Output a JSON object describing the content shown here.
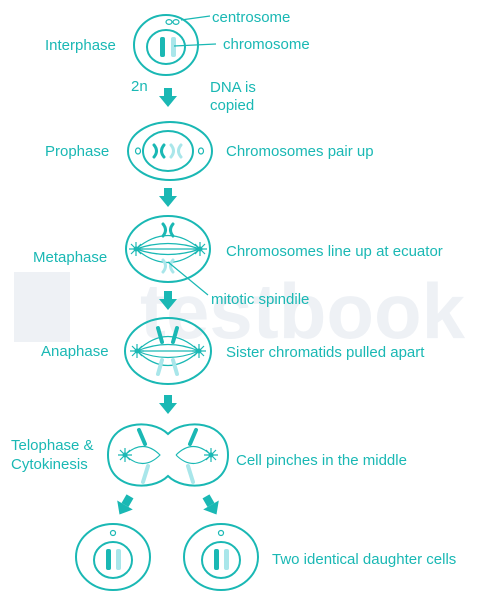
{
  "colors": {
    "teal": "#1ab8b4",
    "light": "#a9e6ea",
    "watermark": "#eef1f5"
  },
  "watermark_text": "testbook",
  "stages": {
    "interphase": "Interphase",
    "prophase": "Prophase",
    "metaphase": "Metaphase",
    "anaphase": "Anaphase",
    "telophase_line1": "Telophase &",
    "telophase_line2": "Cytokinesis"
  },
  "annotations": {
    "centrosome": "centrosome",
    "chromosome": "chromosome",
    "ploidy": "2n",
    "dna_line1": "DNA is",
    "dna_line2": "copied",
    "prophase_desc": "Chromosomes pair up",
    "metaphase_desc": "Chromosomes line up at ecuator",
    "mitotic_spindle": "mitotic spindile",
    "anaphase_desc": "Sister chromatids pulled apart",
    "telophase_desc": "Cell pinches in the middle",
    "daughter_desc": "Two identical daughter cells"
  }
}
